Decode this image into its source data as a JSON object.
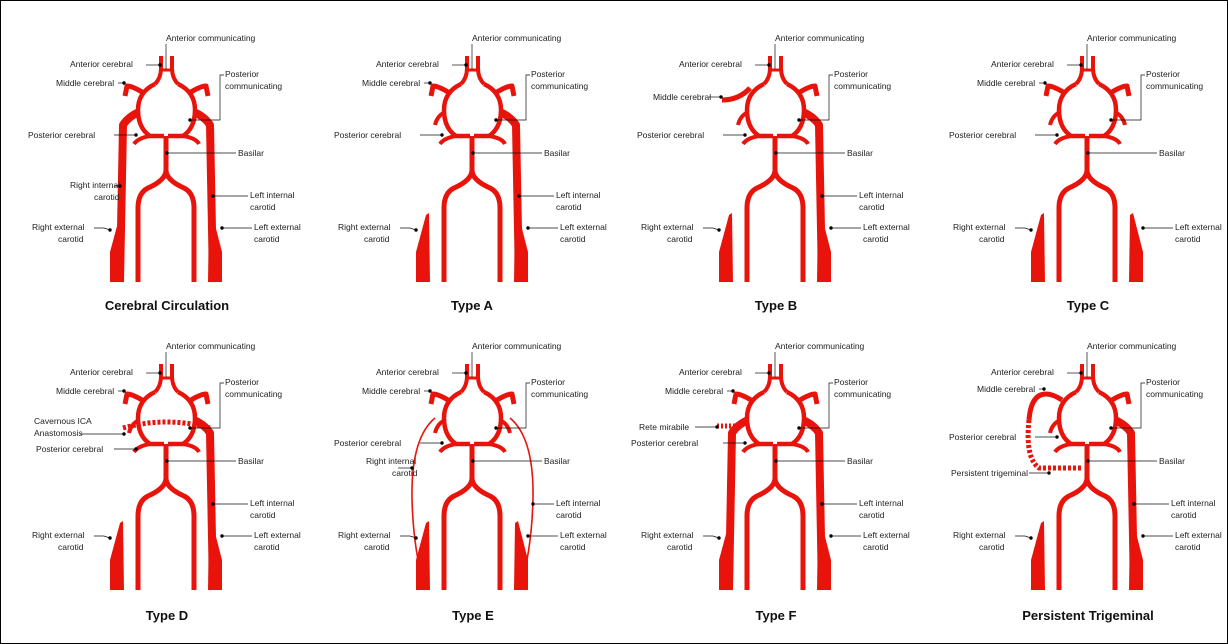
{
  "colors": {
    "vessel": "#e8140c",
    "leader": "#111111",
    "dot": "#000000",
    "text": "#222222"
  },
  "panels": [
    {
      "title": "Cerebral Circulation",
      "variant": "normal",
      "labels": {
        "acom": "Anterior communicating",
        "aca": "Anterior cerebral",
        "mca": "Middle cerebral",
        "pcom1": "Posterior",
        "pcom2": "communicating",
        "pca": "Posterior cerebral",
        "basilar": "Basilar",
        "rica1": "Right internal",
        "rica2": "carotid",
        "lica1": "Left internal",
        "lica2": "carotid",
        "reca1": "Right external",
        "reca2": "carotid",
        "leca1": "Left external",
        "leca2": "carotid"
      }
    },
    {
      "title": "Type A",
      "variant": "A",
      "labels": {
        "acom": "Anterior communicating",
        "aca": "Anterior cerebral",
        "mca": "Middle cerebral",
        "pcom1": "Posterior",
        "pcom2": "communicating",
        "pca": "Posterior cerebral",
        "basilar": "Basilar",
        "lica1": "Left internal",
        "lica2": "carotid",
        "reca1": "Right external",
        "reca2": "carotid",
        "leca1": "Left external",
        "leca2": "carotid"
      }
    },
    {
      "title": "Type B",
      "variant": "B",
      "labels": {
        "acom": "Anterior communicating",
        "aca": "Anterior cerebral",
        "mca": "Middle cerebral",
        "pcom1": "Posterior",
        "pcom2": "communicating",
        "pca": "Posterior cerebral",
        "basilar": "Basilar",
        "lica1": "Left internal",
        "lica2": "carotid",
        "reca1": "Right external",
        "reca2": "carotid",
        "leca1": "Left external",
        "leca2": "carotid"
      }
    },
    {
      "title": "Type C",
      "variant": "C",
      "labels": {
        "acom": "Anterior communicating",
        "aca": "Anterior cerebral",
        "mca": "Middle cerebral",
        "pcom1": "Posterior",
        "pcom2": "communicating",
        "pca": "Posterior cerebral",
        "basilar": "Basilar",
        "reca1": "Right external",
        "reca2": "carotid",
        "leca1": "Left external",
        "leca2": "carotid"
      }
    },
    {
      "title": "Type D",
      "variant": "D",
      "labels": {
        "acom": "Anterior communicating",
        "aca": "Anterior cerebral",
        "mca": "Middle cerebral",
        "pcom1": "Posterior",
        "pcom2": "communicating",
        "ana1": "Cavernous ICA",
        "ana2": "Anastomosis",
        "pca": "Posterior cerebral",
        "basilar": "Basilar",
        "lica1": "Left internal",
        "lica2": "carotid",
        "reca1": "Right external",
        "reca2": "carotid",
        "leca1": "Left external",
        "leca2": "carotid"
      }
    },
    {
      "title": "Type E",
      "variant": "E",
      "labels": {
        "acom": "Anterior communicating",
        "aca": "Anterior cerebral",
        "mca": "Middle cerebral",
        "pcom1": "Posterior",
        "pcom2": "communicating",
        "pca": "Posterior cerebral",
        "basilar": "Basilar",
        "rica1": "Right internal",
        "rica2": "carotid",
        "lica1": "Left internal",
        "lica2": "carotid",
        "reca1": "Right external",
        "reca2": "carotid",
        "leca1": "Left external",
        "leca2": "carotid"
      }
    },
    {
      "title": "Type F",
      "variant": "F",
      "labels": {
        "acom": "Anterior communicating",
        "aca": "Anterior cerebral",
        "mca": "Middle cerebral",
        "pcom1": "Posterior",
        "pcom2": "communicating",
        "rete": "Rete mirabile",
        "pca": "Posterior cerebral",
        "basilar": "Basilar",
        "lica1": "Left internal",
        "lica2": "carotid",
        "reca1": "Right external",
        "reca2": "carotid",
        "leca1": "Left external",
        "leca2": "carotid"
      }
    },
    {
      "title": "Persistent Trigeminal",
      "variant": "T",
      "labels": {
        "acom": "Anterior communicating",
        "aca": "Anterior cerebral",
        "mca": "Middle cerebral",
        "pcom1": "Posterior",
        "pcom2": "communicating",
        "pca": "Posterior cerebral",
        "trig": "Persistent trigeminal",
        "basilar": "Basilar",
        "lica1": "Left internal",
        "lica2": "carotid",
        "reca1": "Right external",
        "reca2": "carotid",
        "leca1": "Left external",
        "leca2": "carotid"
      }
    }
  ]
}
